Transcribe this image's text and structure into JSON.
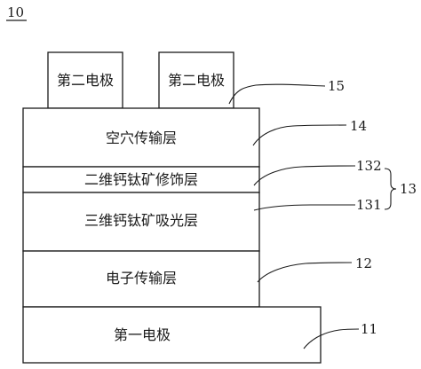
{
  "figure_number": "10",
  "layers": {
    "second_electrode_left": "第二电极",
    "second_electrode_right": "第二电极",
    "hole_transport": "空穴传输层",
    "perovskite_2d": "二维钙钛矿修饰层",
    "perovskite_3d": "三维钙钛矿吸光层",
    "electron_transport": "电子传输层",
    "first_electrode": "第一电极"
  },
  "refs": {
    "r15": "15",
    "r14": "14",
    "r132": "132",
    "r131": "131",
    "r13": "13",
    "r12": "12",
    "r11": "11"
  }
}
